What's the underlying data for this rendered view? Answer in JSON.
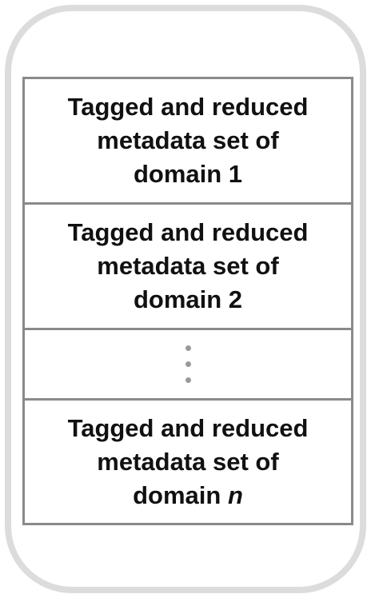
{
  "diagram": {
    "cells": [
      {
        "line1": "Tagged and reduced",
        "line2": "metadata set of",
        "line3_prefix": "domain ",
        "line3_var": "1"
      },
      {
        "line1": "Tagged and reduced",
        "line2": "metadata set of",
        "line3_prefix": "domain ",
        "line3_var": "2"
      },
      {
        "line1": "Tagged and reduced",
        "line2": "metadata set of",
        "line3_prefix": "domain ",
        "line3_var": "n"
      }
    ],
    "colors": {
      "outer_border": "#dcdcdc",
      "cell_border": "#8a8a8a",
      "text": "#111111",
      "ellipsis_dots": "#9a9a9a"
    }
  }
}
